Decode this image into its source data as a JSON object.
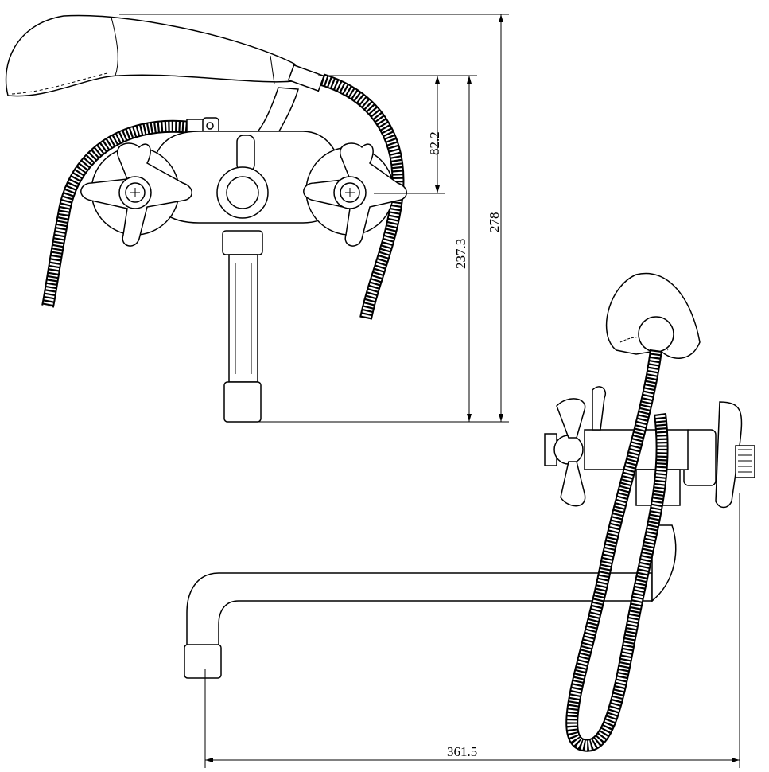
{
  "drawing": {
    "title": "Wall-mounted bath faucet with hand shower — technical drawing",
    "dimensions": {
      "handle_to_shower_holder": "82.2",
      "holder_to_spout_end": "237.3",
      "total_height": "278",
      "spout_reach": "361.5"
    },
    "units": "mm"
  }
}
